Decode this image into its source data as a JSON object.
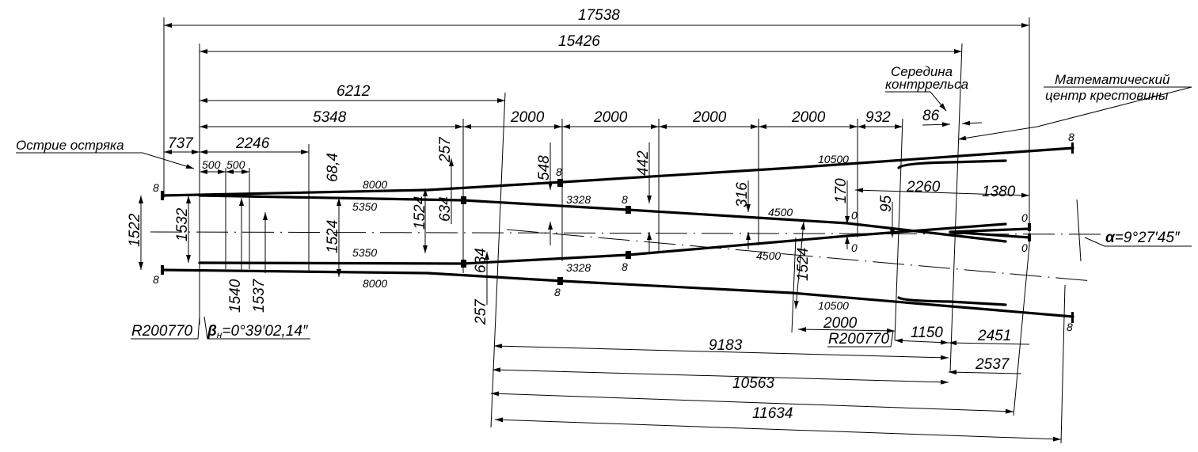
{
  "title": "Turnout layout drawing",
  "dims": {
    "d17538": "17538",
    "d15426": "15426",
    "d6212": "6212",
    "d5348": "5348",
    "d2000a": "2000",
    "d2000b": "2000",
    "d2000c": "2000",
    "d2000d": "2000",
    "d932": "932",
    "d86": "86",
    "d737": "737",
    "d2246": "2246",
    "d500a": "500",
    "d500b": "500",
    "d68_4": "68,4",
    "d257a": "257",
    "d257b": "257",
    "d548": "548",
    "d442": "442",
    "d316": "316",
    "d170": "170",
    "d95": "95",
    "d2260": "2260",
    "d1380": "1380",
    "d1522": "1522",
    "d1532": "1532",
    "d1524a": "1524",
    "d1524b": "1524",
    "d1524c": "1524",
    "d634a": "634",
    "d634b": "634",
    "d1540": "1540",
    "d1537": "1537",
    "d2000e": "2000",
    "d1150": "1150",
    "d2451": "2451",
    "d2537": "2537",
    "d9183": "9183",
    "d10563": "10563",
    "d11634": "11634"
  },
  "rails": {
    "r8000a": "8000",
    "r8000b": "8000",
    "r5350a": "5350",
    "r5350b": "5350",
    "r3328a": "3328",
    "r3328b": "3328",
    "r4500a": "4500",
    "r4500b": "4500",
    "r10500a": "10500",
    "r10500b": "10500"
  },
  "joints": {
    "j1": "8",
    "j2": "8",
    "j3": "8",
    "j4": "8",
    "j5": "8",
    "j6": "8",
    "j7": "8",
    "j8": "8",
    "z1": "0",
    "z2": "0",
    "z3": "0",
    "z4": "0"
  },
  "annotations": {
    "switch_point": "Острие остряка",
    "guard_rail_mid_1": "Середина",
    "guard_rail_mid_2": "контррельса",
    "frog_center_1": "Математический",
    "frog_center_2": "центр крестовины",
    "radius_left": "R200770",
    "radius_right": "R200770",
    "beta_symbol": "β",
    "beta_sub": "н",
    "beta_value": "=0°39′02,14″",
    "alpha_symbol": "α",
    "alpha_value": "=9°27′45″"
  }
}
